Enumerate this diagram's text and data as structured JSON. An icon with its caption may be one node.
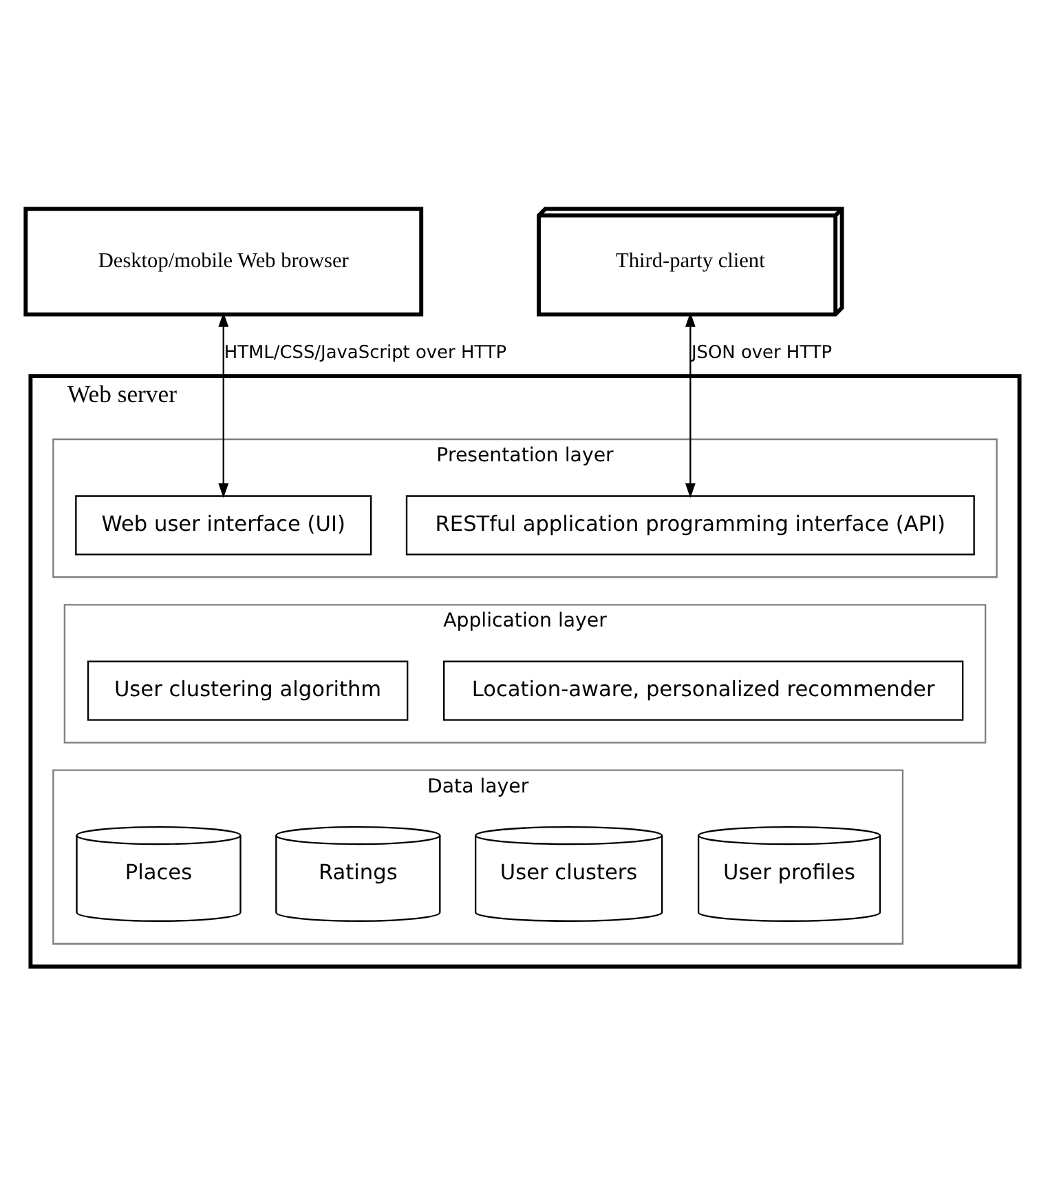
{
  "diagram": {
    "nodes": [
      {
        "text": [
          "Desktop/mobile Web browser"
        ]
      },
      {
        "text": [
          "Third-party client"
        ]
      },
      {
        "text": [
          "Web server"
        ]
      },
      {
        "text": [
          "Presentation layer"
        ],
        "in": 2
      },
      {
        "text": [
          "Web user interface (UI)"
        ],
        "in": 3
      },
      {
        "text": [
          "RESTful application programming interface (API)"
        ],
        "in": 3
      },
      {
        "text": [
          "Application layer"
        ],
        "in": 2
      },
      {
        "text": [
          "Location-aware, personalized recommender"
        ],
        "in": 6
      },
      {
        "text": [
          "User clustering algorithm"
        ],
        "in": 6
      },
      {
        "text": [
          "Data layer"
        ],
        "in": 2
      },
      {
        "text": [
          "User profiles"
        ],
        "in": 9
      },
      {
        "text": [
          "User clusters"
        ],
        "in": 9
      },
      {
        "text": [
          "Ratings"
        ],
        "in": 9
      },
      {
        "text": [
          "Places"
        ],
        "in": 9
      }
    ],
    "edges": [
      {
        "from": 0,
        "to": 4,
        "arrow": "both",
        "label": "HTML/CSS/JavaScript over HTTP"
      },
      {
        "from": 1,
        "to": 5,
        "arrow": "both",
        "label": "JSON over HTTP"
      }
    ]
  }
}
